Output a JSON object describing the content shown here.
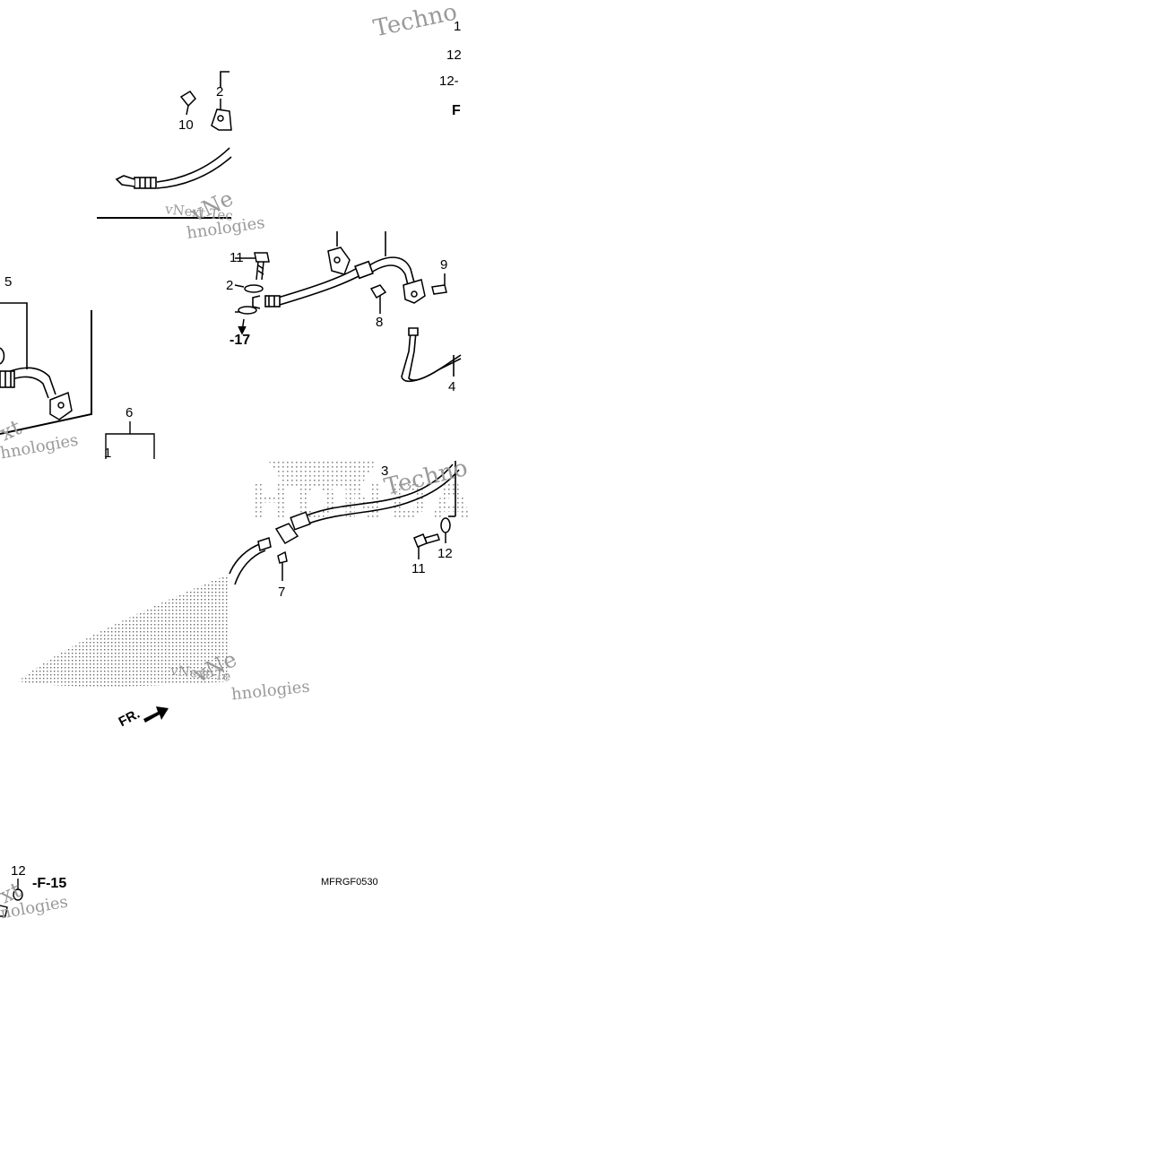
{
  "diagram": {
    "code": "MFRGF0530",
    "direction_label": "FR.",
    "callouts": {
      "c1": "1",
      "c2": "2",
      "c3": "3",
      "c4": "4",
      "c5": "5",
      "c6": "6",
      "c7": "7",
      "c8": "8",
      "c9": "9",
      "c10": "10",
      "c11a": "11",
      "c11b": "11",
      "c12a": "12",
      "c12b": "12",
      "c12c": "12",
      "c12d": "12-"
    },
    "refs": {
      "ref_f": "F",
      "ref_17": "-17",
      "ref_15": "-F-15",
      "ref_2": "2",
      "ref_1": "1"
    },
    "watermarks": {
      "w1": "Techno",
      "w2": "vNext Tec",
      "w3": "hnologies",
      "w4": "xt",
      "w5": "hnologies",
      "w6": "Techno",
      "w7": "vNext Te",
      "w8": "hnologies",
      "w9": "xt",
      "w10": "nologies",
      "w11": "vNe",
      "w12": "vNe"
    }
  }
}
